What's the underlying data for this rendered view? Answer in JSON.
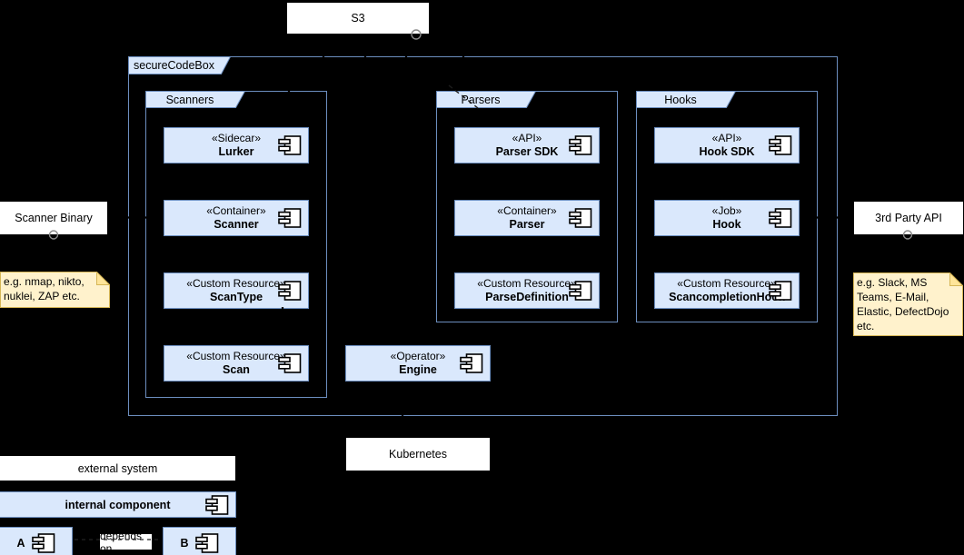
{
  "colors": {
    "background": "#000000",
    "component_fill": "#dae8fc",
    "component_stroke": "#6c8ebf",
    "note_fill": "#fff2cc",
    "note_fold": "#ffe599",
    "note_stroke": "#d6b656",
    "external_box_fill": "#ffffff",
    "text": "#000000"
  },
  "external_nodes": {
    "s3": "S3",
    "kubernetes": "Kubernetes",
    "scanner_binary": "Scanner Binary",
    "third_party_api": "3rd Party API"
  },
  "notes": {
    "scanner_examples": "e.g. nmap, nikto, nuklei, ZAP etc.",
    "hook_examples": "e.g. Slack, MS Teams, E-Mail, Elastic, DefectDojo etc."
  },
  "container": {
    "label": "secureCodeBox"
  },
  "packages": {
    "scanners": "Scanners",
    "parsers": "Parsers",
    "hooks": "Hooks"
  },
  "components": {
    "lurker": {
      "stereotype": "«Sidecar»",
      "name": "Lurker"
    },
    "scanner": {
      "stereotype": "«Container»",
      "name": "Scanner"
    },
    "scantype": {
      "stereotype": "«Custom Resource»",
      "name": "ScanType"
    },
    "scan": {
      "stereotype": "«Custom Resource»",
      "name": "Scan"
    },
    "parser_sdk": {
      "stereotype": "«API»",
      "name": "Parser SDK"
    },
    "parser": {
      "stereotype": "«Container»",
      "name": "Parser"
    },
    "parse_definition": {
      "stereotype": "«Custom Resource»",
      "name": "ParseDefinition"
    },
    "hook_sdk": {
      "stereotype": "«API»",
      "name": "Hook SDK"
    },
    "hook": {
      "stereotype": "«Job»",
      "name": "Hook"
    },
    "scan_completion_hook": {
      "stereotype": "«Custom Resource»",
      "name": "ScancompletionHook"
    },
    "engine": {
      "stereotype": "«Operator»",
      "name": "Engine"
    }
  },
  "legend": {
    "external_system": "external system",
    "internal_component": "internal component",
    "a": "A",
    "b": "B",
    "depends_on": "depends on"
  }
}
